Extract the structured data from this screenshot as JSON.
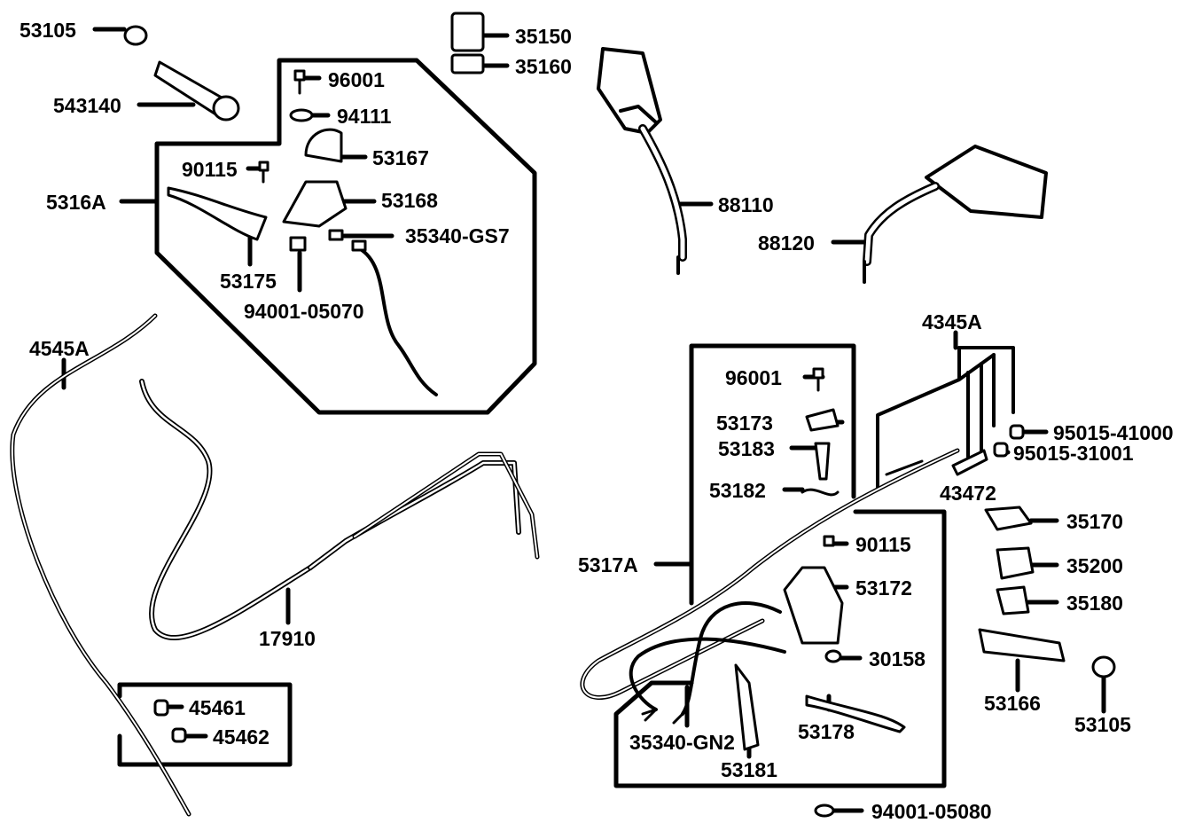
{
  "diagram": {
    "labels": {
      "l53105a": "53105",
      "l543140": "543140",
      "l96001a": "96001",
      "l94111": "94111",
      "l53167": "53167",
      "l90115a": "90115",
      "l5316A": "5316A",
      "l53168": "53168",
      "l35340gs7": "35340-GS7",
      "l53175": "53175",
      "l94001_05070": "94001-05070",
      "l35150": "35150",
      "l35160": "35160",
      "l88110": "88110",
      "l88120": "88120",
      "l4545A": "4545A",
      "l17910": "17910",
      "l45461": "45461",
      "l45462": "45462",
      "l4345A": "4345A",
      "l96001b": "96001",
      "l53173": "53173",
      "l53183": "53183",
      "l53182": "53182",
      "l95015_41000": "95015-41000",
      "l95015_31001": "95015-31001",
      "l43472": "43472",
      "l35170": "35170",
      "l5317A": "5317A",
      "l90115b": "90115",
      "l35200": "35200",
      "l53172": "53172",
      "l35180": "35180",
      "l30158": "30158",
      "l53166": "53166",
      "l53105b": "53105",
      "l53178": "53178",
      "l35340gn2": "35340-GN2",
      "l53181": "53181",
      "l94001_05080": "94001-05080"
    }
  }
}
